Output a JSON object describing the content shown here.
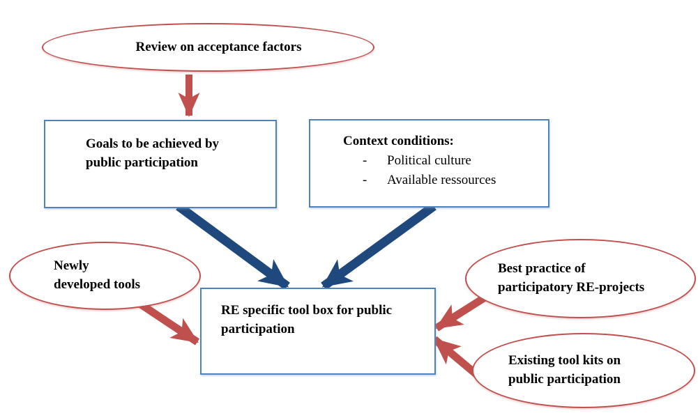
{
  "colors": {
    "red_accent": "#C0504D",
    "blue_border": "#4F81BD",
    "dark_blue_arrow": "#1F497D",
    "text": "#000000",
    "background": "#FFFFFF"
  },
  "nodes": {
    "review": {
      "label": "Review on acceptance factors"
    },
    "goals": {
      "label": "Goals to be achieved by\npublic participation"
    },
    "context": {
      "heading": "Context conditions:",
      "bullet": "-",
      "items": [
        "Political culture",
        "Available ressources"
      ]
    },
    "toolbox": {
      "label": "RE specific tool box for public\nparticipation"
    },
    "newly": {
      "label": "Newly\ndeveloped tools"
    },
    "best_practice": {
      "label": "Best practice of\nparticipatory RE-projects"
    },
    "existing": {
      "label": "Existing tool kits on\npublic participation"
    }
  },
  "arrows": [
    {
      "name": "review-to-goals",
      "color": "red"
    },
    {
      "name": "goals-to-toolbox",
      "color": "dark-blue"
    },
    {
      "name": "context-to-toolbox",
      "color": "dark-blue"
    },
    {
      "name": "newly-to-toolbox",
      "color": "red"
    },
    {
      "name": "best-practice-to-toolbox",
      "color": "red"
    },
    {
      "name": "existing-to-toolbox",
      "color": "red"
    }
  ]
}
